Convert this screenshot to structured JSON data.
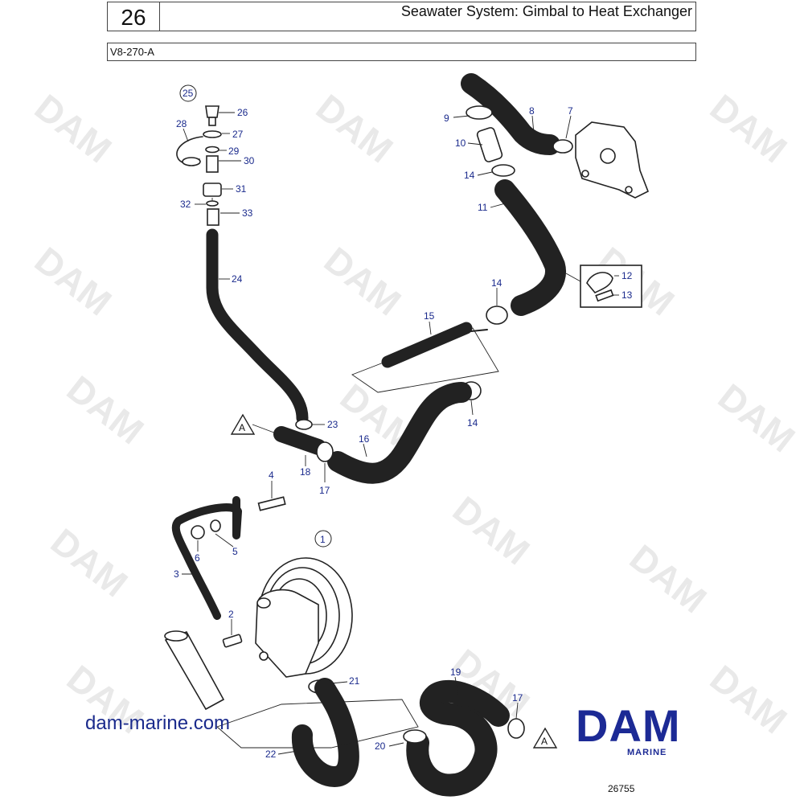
{
  "header": {
    "page_number": "26",
    "title": "Seawater System: Gimbal to Heat Exchanger"
  },
  "model": {
    "code": "V8-270-A"
  },
  "callouts": {
    "p1": "1",
    "p2": "2",
    "p3": "3",
    "p4": "4",
    "p5": "5",
    "p6": "6",
    "p7": "7",
    "p8": "8",
    "p9": "9",
    "p10": "10",
    "p11": "11",
    "p12": "12",
    "p13": "13",
    "p14a": "14",
    "p14b": "14",
    "p14c": "14",
    "p15": "15",
    "p16": "16",
    "p17a": "17",
    "p17b": "17",
    "p18": "18",
    "p19": "19",
    "p20": "20",
    "p21": "21",
    "p22": "22",
    "p23": "23",
    "p24": "24",
    "p25": "25",
    "p26": "26",
    "p27": "27",
    "p28": "28",
    "p29": "29",
    "p30": "30",
    "p31": "31",
    "p32": "32",
    "p33": "33",
    "refA1": "A",
    "refA2": "A"
  },
  "watermark": "DAM",
  "footer": {
    "website": "dam-marine.com",
    "brand": "DAM",
    "brand_sub": "MARINE",
    "ref_number": "26755"
  },
  "colors": {
    "accent": "#1c2a95",
    "callout_text": "#1a2a8c",
    "line": "#222222"
  }
}
